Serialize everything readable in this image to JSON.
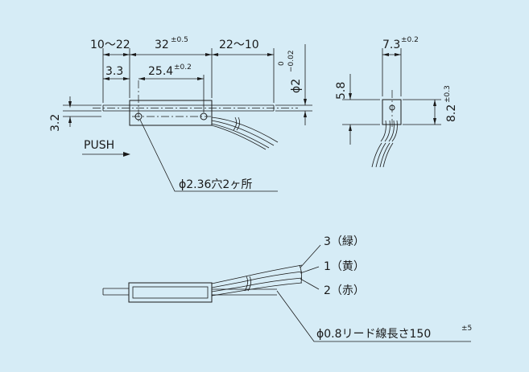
{
  "dimensions": {
    "left_adjust": "10～22",
    "body_length": "32",
    "body_length_tol": "±0.5",
    "right_adjust": "22～10",
    "offset": "3.3",
    "hole_pitch": "25.4",
    "hole_pitch_tol": "±0.2",
    "shaft_dia_symbol": "ϕ2",
    "shaft_dia_tol_upper": "0",
    "shaft_dia_tol_lower": "−0.02",
    "rod_height": "3.2",
    "side_width": "7.3",
    "side_width_tol": "±0.2",
    "side_center_height": "5.8",
    "side_height": "8.2",
    "side_height_tol": "±0.3"
  },
  "push_label": "PUSH",
  "hole_note": "ϕ2.36穴2ヶ所",
  "wires": [
    {
      "label": "3（緑）"
    },
    {
      "label": "1（黄）"
    },
    {
      "label": "2（赤）"
    }
  ],
  "lead_note": "ϕ0.8リード線長さ150",
  "lead_note_tol": "±5"
}
